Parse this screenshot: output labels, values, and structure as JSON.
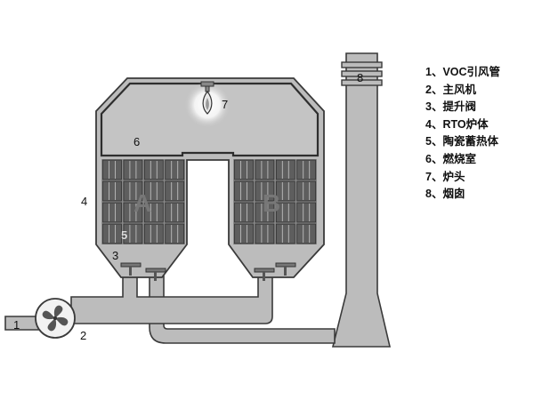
{
  "legend": [
    "1、VOC引风管",
    "2、主风机",
    "3、提升阀",
    "4、RTO炉体",
    "5、陶瓷蓄热体",
    "6、燃烧室",
    "7、炉头",
    "8、烟囱"
  ],
  "callouts": {
    "n1": "1",
    "n2": "2",
    "n3": "3",
    "n4": "4",
    "n5": "5",
    "n6": "6",
    "n7": "7",
    "n8": "8"
  },
  "beds": {
    "a": "A",
    "b": "B"
  },
  "colors": {
    "shell": "#bcbcbc",
    "chamber": "#c4c4c4",
    "brick": "#5e5e5e",
    "outline": "#3a3a3a"
  },
  "icons": {
    "fan": "fan-icon",
    "burner": "burner-icon",
    "valve": "poppet-valve-icon"
  }
}
